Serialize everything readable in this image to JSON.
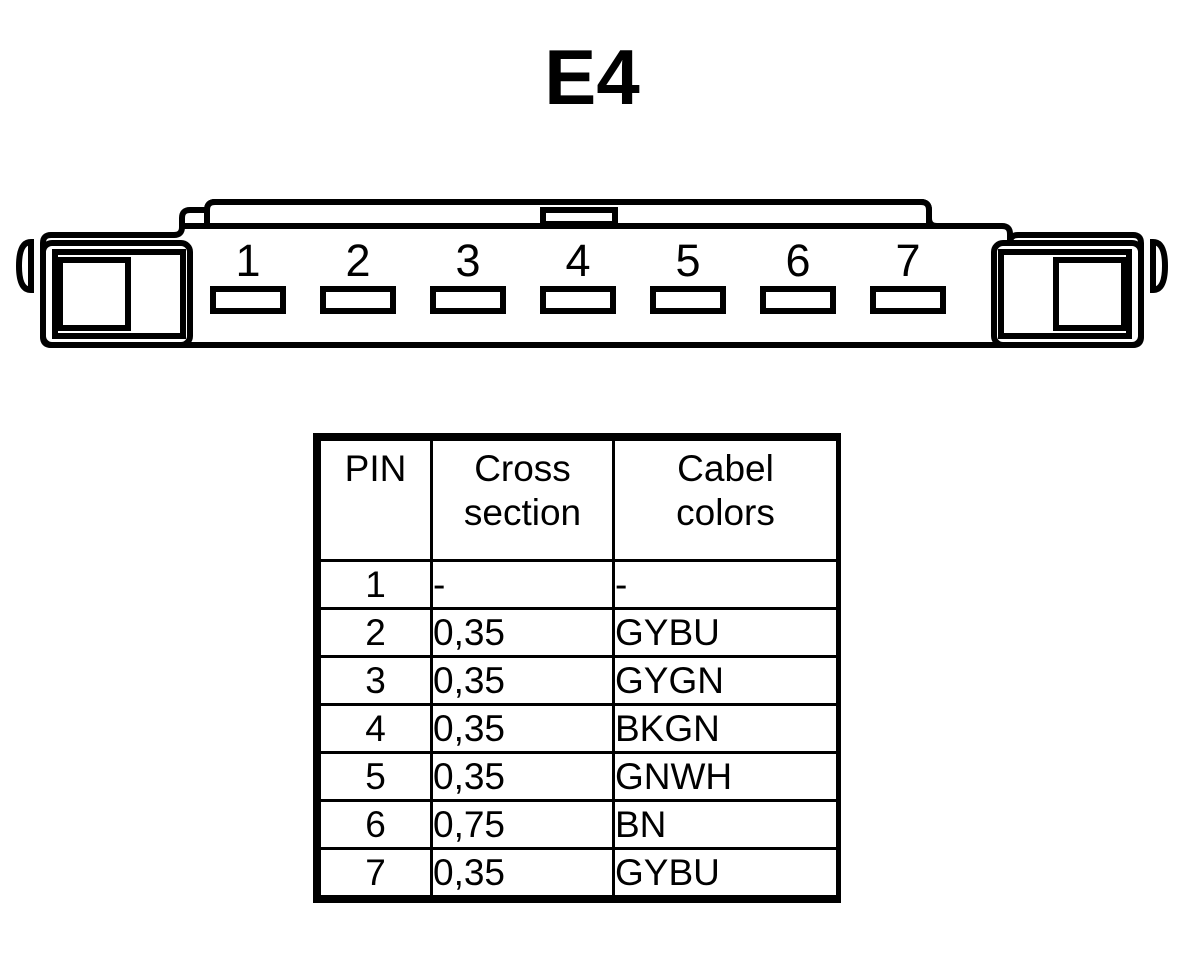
{
  "title": "E4",
  "connector": {
    "name": "connector-e4",
    "pin_count": 7,
    "pin_labels": [
      "1",
      "2",
      "3",
      "4",
      "5",
      "6",
      "7"
    ],
    "latch_label": "center-latch",
    "left_tab_label": "left-locking-tab",
    "right_tab_label": "right-locking-tab",
    "line_color": "#000000",
    "fill_color": "#ffffff"
  },
  "table": {
    "name": "pinout-table",
    "headers": {
      "pin": "PIN",
      "cross_line1": "Cross",
      "cross_line2": "section",
      "color_line1": "Cabel",
      "color_line2": "colors"
    },
    "rows": [
      {
        "pin": "1",
        "cross_section": "-",
        "cable_colors": "-"
      },
      {
        "pin": "2",
        "cross_section": "0,35",
        "cable_colors": "GYBU"
      },
      {
        "pin": "3",
        "cross_section": "0,35",
        "cable_colors": "GYGN"
      },
      {
        "pin": "4",
        "cross_section": "0,35",
        "cable_colors": "BKGN"
      },
      {
        "pin": "5",
        "cross_section": "0,35",
        "cable_colors": "GNWH"
      },
      {
        "pin": "6",
        "cross_section": "0,75",
        "cable_colors": "BN"
      },
      {
        "pin": "7",
        "cross_section": "0,35",
        "cable_colors": "GYBU"
      }
    ]
  }
}
